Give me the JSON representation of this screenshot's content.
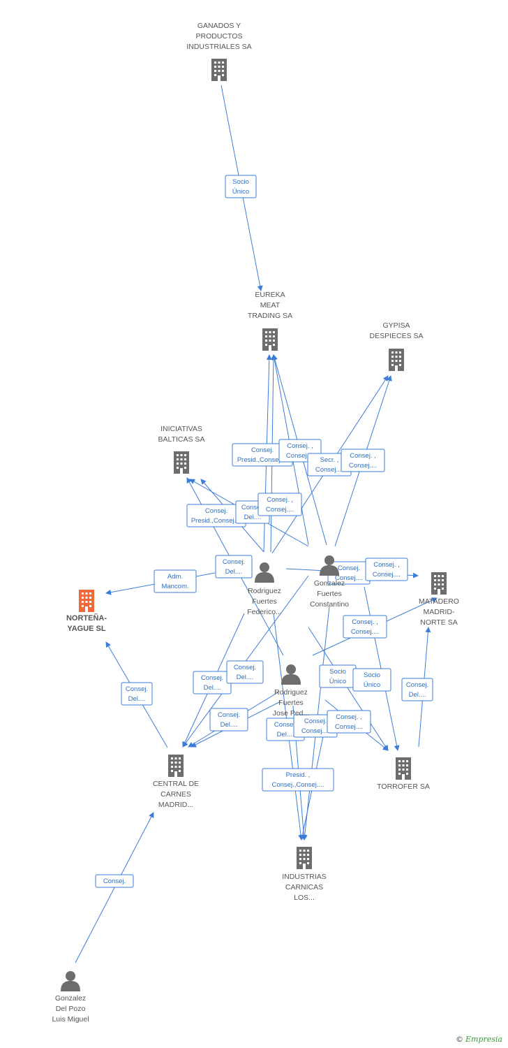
{
  "colors": {
    "edge": "#3b7dd8",
    "company": "#6d6d6d",
    "highlight": "#f26a3a",
    "person": "#6d6d6d"
  },
  "nodes": [
    {
      "id": "ganados",
      "type": "company",
      "label": [
        "GANADOS Y",
        "PRODUCTOS",
        "INDUSTRIALES SA"
      ]
    },
    {
      "id": "eureka",
      "type": "company",
      "label": [
        "EUREKA",
        "MEAT",
        "TRADING SA"
      ]
    },
    {
      "id": "gypisa",
      "type": "company",
      "label": [
        "GYPISA",
        "DESPIECES SA"
      ]
    },
    {
      "id": "iniciativas",
      "type": "company",
      "label": [
        "INICIATIVAS",
        "BALTICAS SA"
      ]
    },
    {
      "id": "nortena",
      "type": "company",
      "highlight": true,
      "label": [
        "NORTEÑA-",
        "YAGUE SL"
      ]
    },
    {
      "id": "matadero",
      "type": "company",
      "label": [
        "MATADERO",
        "MADRID-",
        "NORTE SA"
      ]
    },
    {
      "id": "central",
      "type": "company",
      "label": [
        "CENTRAL DE",
        "CARNES",
        "MADRID..."
      ]
    },
    {
      "id": "torrofer",
      "type": "company",
      "label": [
        "TORROFER SA"
      ]
    },
    {
      "id": "industrias",
      "type": "company",
      "label": [
        "INDUSTRIAS",
        "CARNICAS",
        "LOS..."
      ]
    },
    {
      "id": "federico",
      "type": "person",
      "label": [
        "Rodriguez",
        "Fuertes",
        "Federico..."
      ]
    },
    {
      "id": "constantino",
      "type": "person",
      "label": [
        "Gonzalez",
        "Fuertes",
        "Constantino"
      ]
    },
    {
      "id": "josepedro",
      "type": "person",
      "label": [
        "Rodriguez",
        "Fuertes",
        "Jose Ped..."
      ]
    },
    {
      "id": "luismiguel",
      "type": "person",
      "label": [
        "Gonzalez",
        "Del Pozo",
        "Luis Miguel"
      ]
    }
  ],
  "edge_labels": [
    [
      "Socio",
      "Único"
    ],
    [
      "Consej.",
      "Presid.,Consej...."
    ],
    [
      "Consej. ,",
      "Consej...."
    ],
    [
      "Secr. ,",
      "Consej...."
    ],
    [
      "Consej. ,",
      "Consej...."
    ],
    [
      "Consej.",
      "Presid.,Consej...."
    ],
    [
      "Consej.",
      "Del...."
    ],
    [
      "Consej. ,",
      "Consej...."
    ],
    [
      "Consej.",
      "Del...."
    ],
    [
      "Adm.",
      "Mancom."
    ],
    [
      "Consej.",
      "Consej...."
    ],
    [
      "Consej. ,",
      "Consej...."
    ],
    [
      "Consej. ,",
      "Consej...."
    ],
    [
      "Consej.",
      "Del...."
    ],
    [
      "Consej.",
      "Del...."
    ],
    [
      "Consej.",
      "Del...."
    ],
    [
      "Consej.",
      "Del...."
    ],
    [
      "Socio",
      "Único"
    ],
    [
      "Socio",
      "Único"
    ],
    [
      "Consej.",
      "Del...."
    ],
    [
      "Consej.",
      "Del...."
    ],
    [
      "Consej.",
      "Consej...."
    ],
    [
      "Consej. ,",
      "Consej...."
    ],
    [
      "Presid. ,",
      "Consej.,Consej...."
    ],
    [
      "Consej."
    ]
  ],
  "credit": {
    "symbol": "©",
    "brand": "Empresia"
  }
}
